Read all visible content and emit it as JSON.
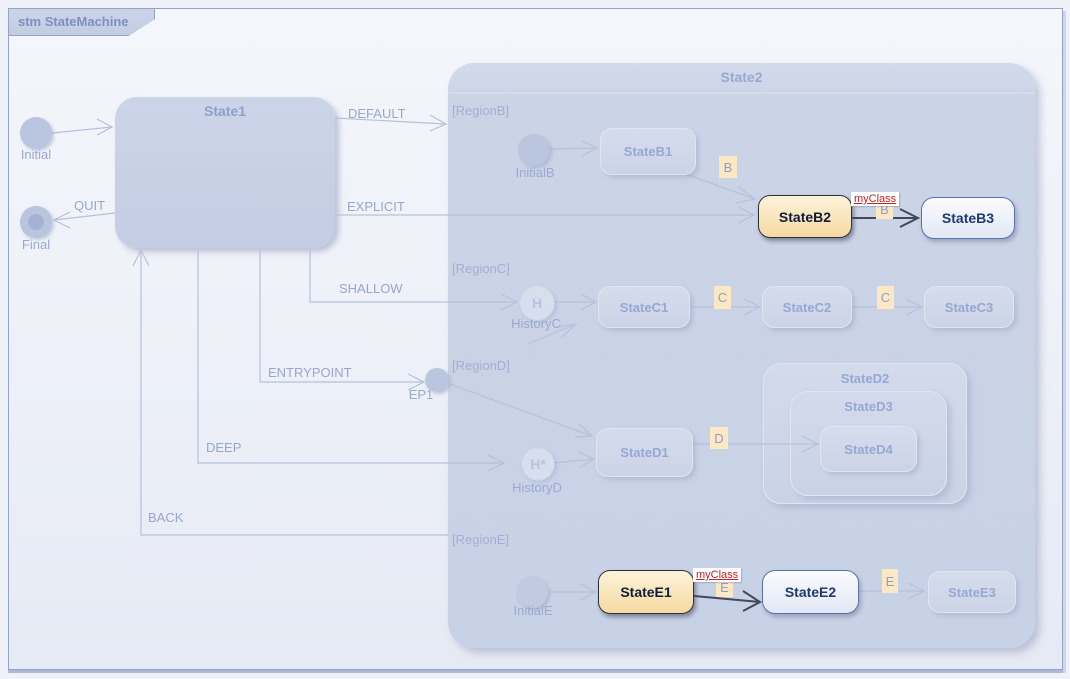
{
  "frame": {
    "title": "stm StateMachine"
  },
  "colors": {
    "highlight_fill_top": "#fdf3da",
    "highlight_fill_bottom": "#f6d9a1",
    "highlight_border": "#2e3038",
    "target_state_border": "#5872b0",
    "trigger_chip_bg": "#fce8c2",
    "myclass_text": "#c22222",
    "faded_line": "#b6c1db",
    "dark_line": "#43495a"
  },
  "state1": {
    "label": "State1"
  },
  "state2": {
    "label": "State2"
  },
  "pseudostates": {
    "initial": {
      "label": "Initial"
    },
    "final": {
      "label": "Final"
    },
    "initialB": {
      "label": "InitialB"
    },
    "historyC": {
      "label": "HistoryC",
      "glyph": "H"
    },
    "ep1": {
      "label": "EP1"
    },
    "historyD": {
      "label": "HistoryD",
      "glyph": "H*"
    },
    "initialE": {
      "label": "InitialE"
    }
  },
  "regions": {
    "b": "[RegionB]",
    "c": "[RegionC]",
    "d": "[RegionD]",
    "e": "[RegionE]"
  },
  "states": {
    "b1": "StateB1",
    "b2": "StateB2",
    "b3": "StateB3",
    "c1": "StateC1",
    "c2": "StateC2",
    "c3": "StateC3",
    "d1": "StateD1",
    "d2": "StateD2",
    "d3": "StateD3",
    "d4": "StateD4",
    "e1": "StateE1",
    "e2": "StateE2",
    "e3": "StateE3"
  },
  "transitions": {
    "default": "DEFAULT",
    "quit": "QUIT",
    "explicit": "EXPLICIT",
    "shallow": "SHALLOW",
    "entrypoint": "ENTRYPOINT",
    "deep": "DEEP",
    "back": "BACK",
    "myclass_b": "myClass",
    "myclass_e": "myClass"
  },
  "triggers": {
    "b_b1_b2": "B",
    "b_b2_b3": "B",
    "c_c1_c2": "C",
    "c_c2_c3": "C",
    "d_d1_d4": "D",
    "e_e1_e2": "E",
    "e_e2_e3": "E"
  }
}
